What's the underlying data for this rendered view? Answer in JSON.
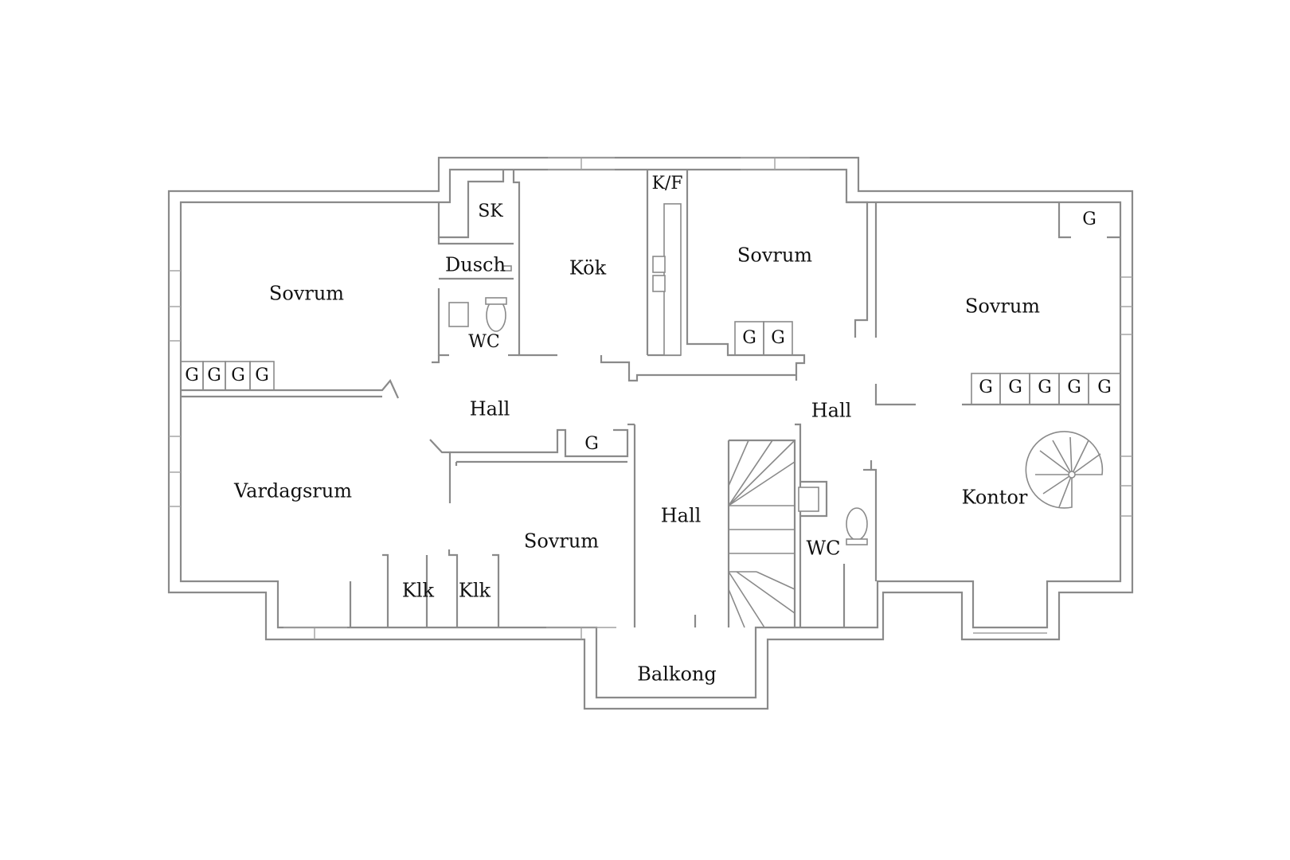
{
  "rooms": {
    "sovrum_nw": "Sovrum",
    "sk": "SK",
    "dusch": "Dusch",
    "wc_n": "WC",
    "kok": "Kök",
    "kf": "K/F",
    "sovrum_nc": "Sovrum",
    "sovrum_ne": "Sovrum",
    "hall_w": "Hall",
    "hall_e": "Hall",
    "hall_c": "Hall",
    "vardagsrum": "Vardagsrum",
    "sovrum_s": "Sovrum",
    "klk_1": "Klk",
    "klk_2": "Klk",
    "wc_s": "WC",
    "kontor": "Kontor",
    "balkong": "Balkong"
  },
  "wardrobes": {
    "label": "G"
  }
}
